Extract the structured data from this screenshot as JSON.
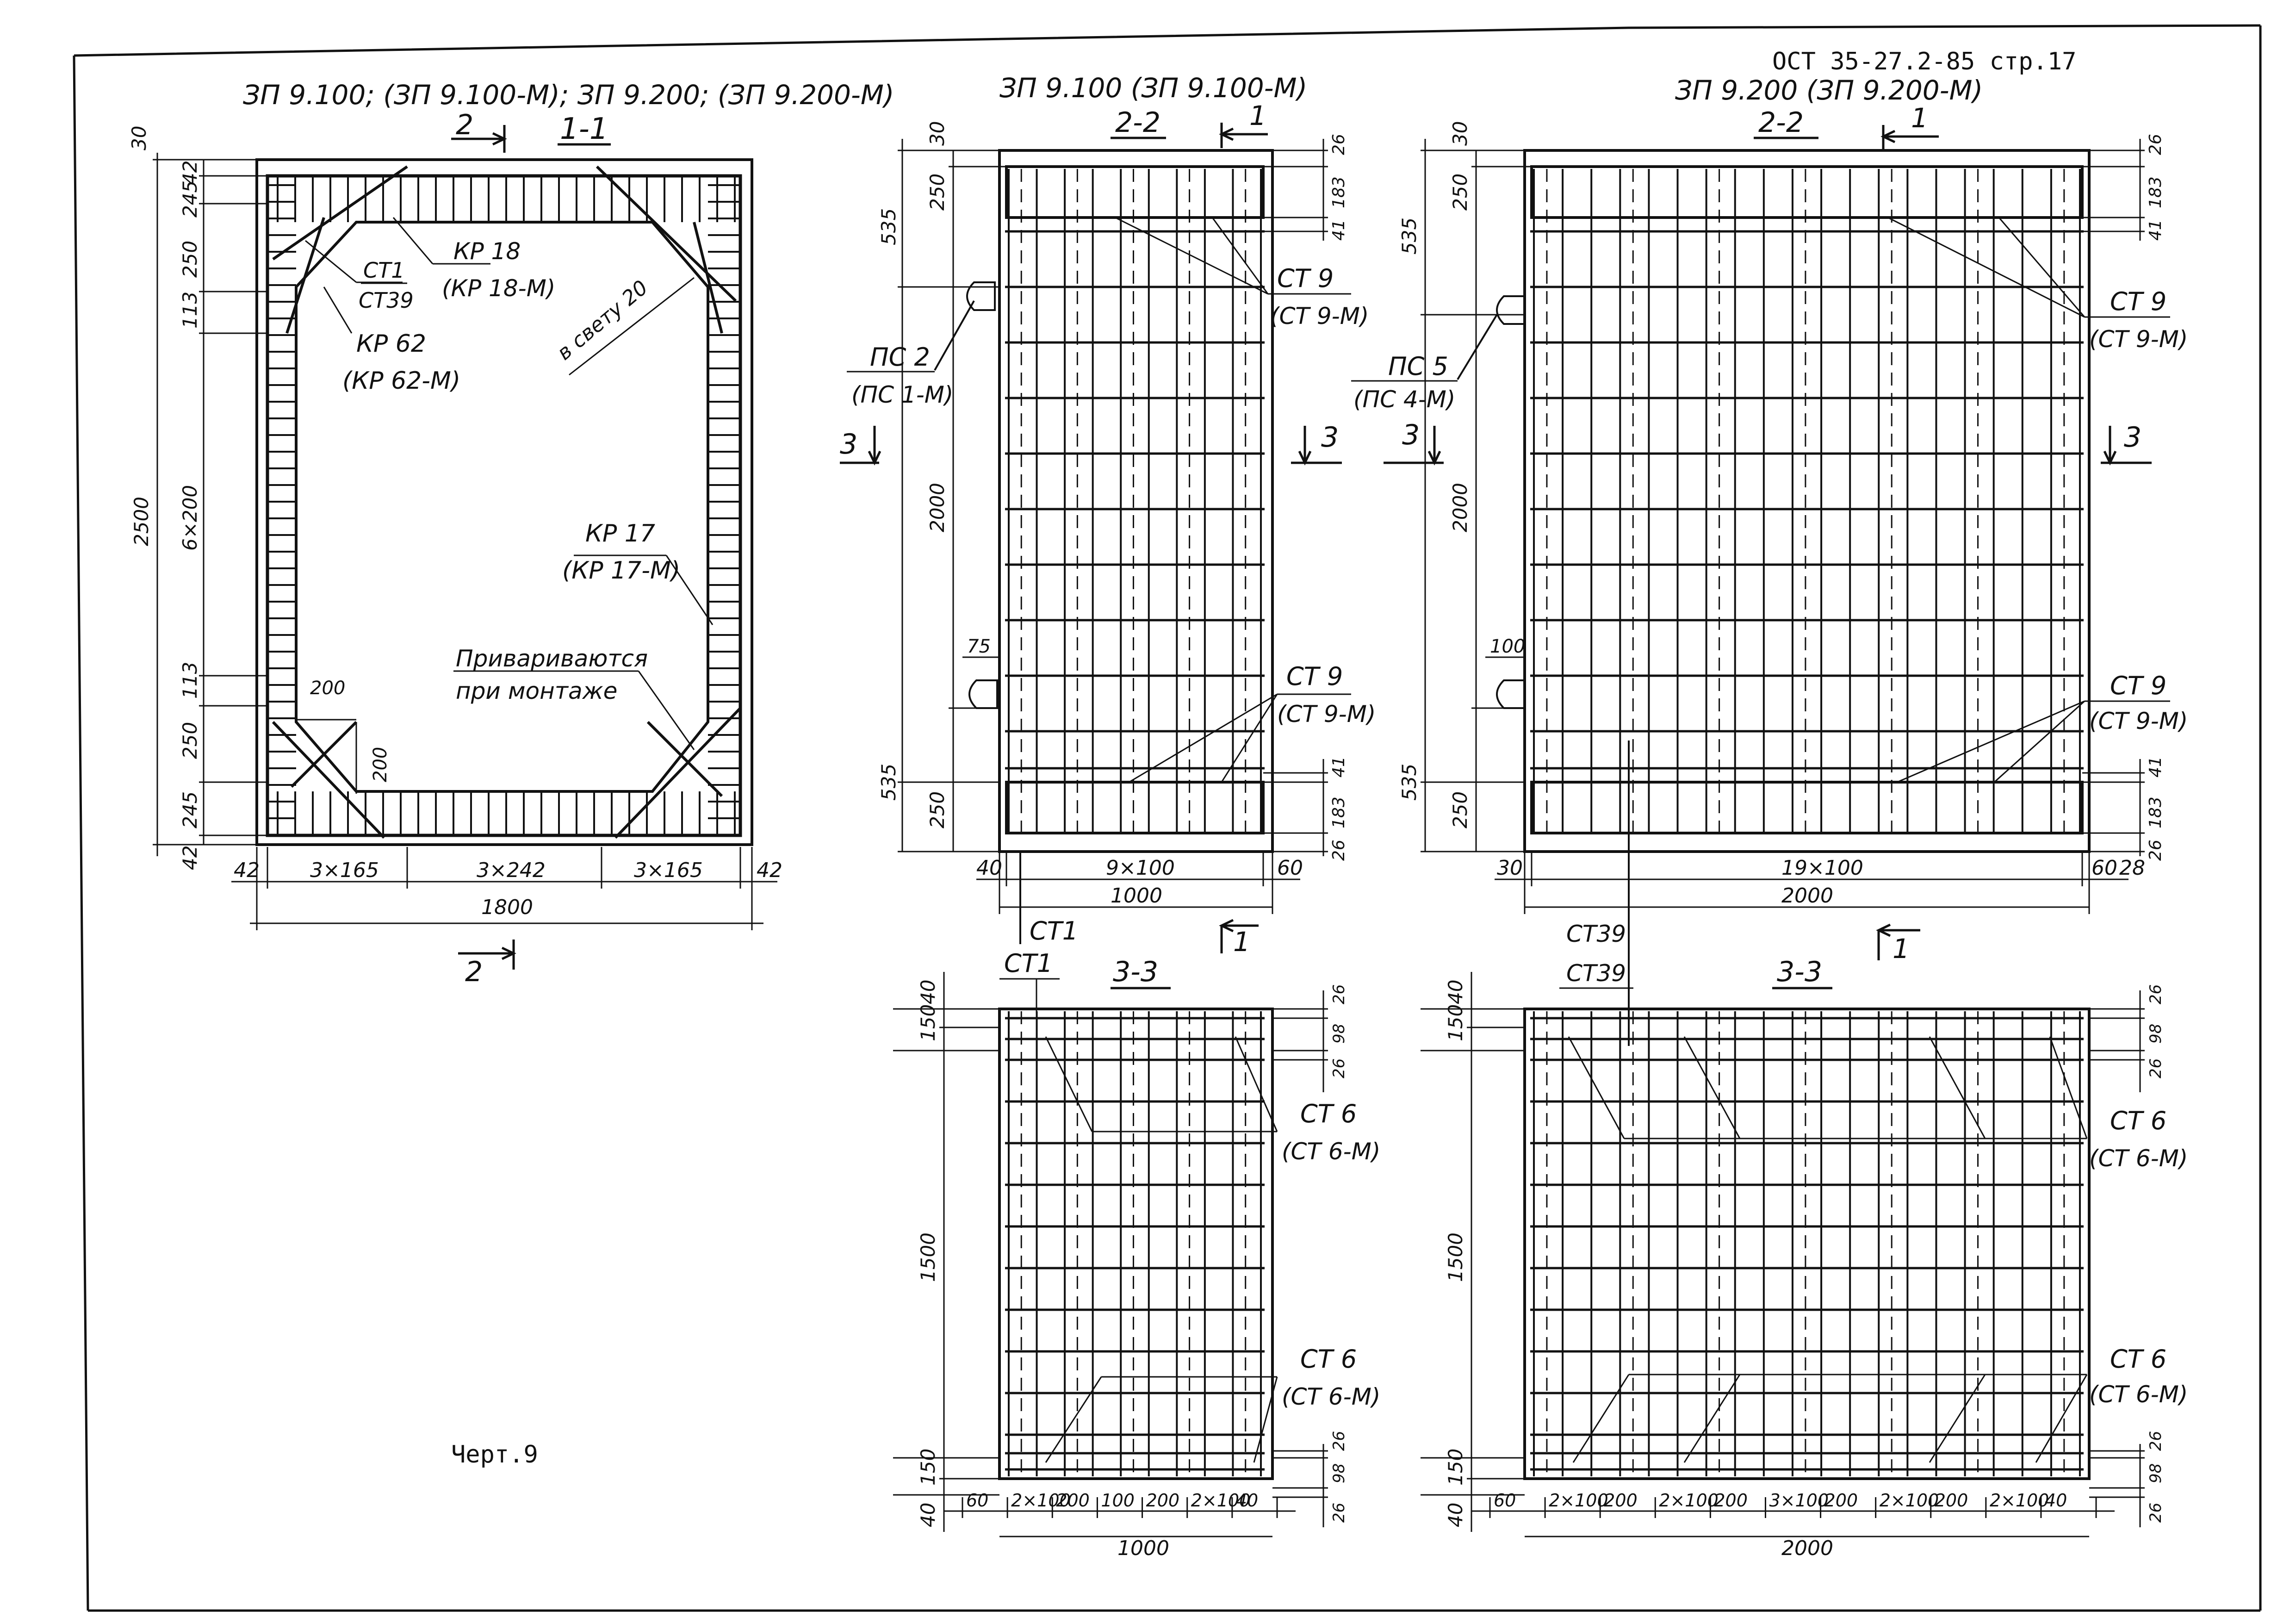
{
  "stamp": {
    "standard": "ОСТ 35-27.2-85 стр.17"
  },
  "drawing_number": "Черт.9",
  "view_1_1": {
    "header": "ЗП 9.100; (ЗП 9.100-М); ЗП 9.200; (ЗП 9.200-М)",
    "section_title": "1-1",
    "cut_mark": "2",
    "cut_mark_bottom": "2",
    "labels": {
      "ct1": "СТ1",
      "ct39": "СТ39",
      "kr18": "КР 18",
      "kr18m": "(КР 18-М)",
      "kr62": "КР 62",
      "kr62m": "(КР 62-М)",
      "kr17": "КР 17",
      "kr17m": "(КР 17-М)",
      "clear": "в свету 20",
      "weld1": "Привариваются",
      "weld2": "при монтаже"
    },
    "dims_left": {
      "d30": "30",
      "d245a": "245",
      "d42": "42",
      "d250a": "250",
      "d113a": "113",
      "d6x200": "6×200",
      "d113b": "113",
      "d250b": "250",
      "d245b": "245",
      "d42b": "42",
      "d2500": "2500"
    },
    "dims_bottom": {
      "l42": "42",
      "a": "3×165",
      "b": "3×242",
      "c": "3×165",
      "r42": "42",
      "total": "1800"
    },
    "dims_inner": {
      "h200": "200",
      "v200": "200"
    }
  },
  "view_2_2_small": {
    "header": "ЗП 9.100 (ЗП 9.100-М)",
    "section_title": "2-2",
    "cut_mark_top": "1",
    "cut_mark_bottom": "1",
    "ps": "ПС 2",
    "psm": "(ПС 1-М)",
    "ct9": "СТ 9",
    "ct9m": "(СТ 9-М)",
    "ct9b": "СТ 9",
    "ct9bm": "(СТ 9-М)",
    "ct1": "СТ1",
    "arrow_left": "3",
    "arrow_right": "3",
    "dims_left": {
      "d30": "30",
      "d535": "535",
      "d250": "250",
      "d2000": "2000",
      "d75": "75",
      "d535b": "535",
      "d250b": "250"
    },
    "dims_right": {
      "d26": "26",
      "d183": "183",
      "d41": "41",
      "d41b": "41",
      "d183b": "183",
      "d26b": "26"
    },
    "dims_bottom": {
      "l40": "40",
      "mid": "9×100",
      "r60": "60",
      "total": "1000"
    }
  },
  "view_2_2_large": {
    "header": "ЗП 9.200 (ЗП 9.200-М)",
    "section_title": "2-2",
    "cut_mark_top": "1",
    "cut_mark_bottom": "1",
    "ps": "ПС 5",
    "psm": "(ПС 4-М)",
    "ct9": "СТ 9",
    "ct9m": "(СТ 9-М)",
    "ct9b": "СТ 9",
    "ct9bm": "(СТ 9-М)",
    "ct39": "СТ39",
    "arrow_left": "3",
    "arrow_right": "3",
    "dims_left": {
      "d30": "30",
      "d535": "535",
      "d250": "250",
      "d2000": "2000",
      "d100": "100",
      "d535b": "535",
      "d250b": "250"
    },
    "dims_right": {
      "d26": "26",
      "d183": "183",
      "d41": "41",
      "d41b": "41",
      "d183b": "183",
      "d26b": "26"
    },
    "dims_bottom": {
      "l30": "30",
      "mid": "19×100",
      "r60": "60",
      "r28": "28",
      "total": "2000"
    }
  },
  "view_3_3_small": {
    "section_title": "3-3",
    "ct1": "СТ1",
    "ct6": "СТ 6",
    "ct6m": "(СТ 6-М)",
    "ct6b": "СТ 6",
    "ct6bm": "(СТ 6-М)",
    "dims_left": {
      "d40": "40",
      "d150": "150",
      "d1500": "1500",
      "d150b": "150",
      "d40b": "40"
    },
    "dims_right": {
      "d26": "26",
      "d98": "98",
      "d26b": "26",
      "d26c": "26",
      "d98b": "98",
      "d26d": "26"
    },
    "dims_bottom": [
      "60",
      "2×100",
      "200",
      "100",
      "200",
      "2×100",
      "40"
    ],
    "total": "1000"
  },
  "view_3_3_large": {
    "section_title": "3-3",
    "ct39": "СТ39",
    "ct6": "СТ 6",
    "ct6m": "(СТ 6-М)",
    "ct6b": "СТ 6",
    "ct6bm": "(СТ 6-М)",
    "dims_left": {
      "d40": "40",
      "d150": "150",
      "d1500": "1500",
      "d150b": "150",
      "d40b": "40"
    },
    "dims_right": {
      "d26": "26",
      "d98": "98",
      "d26b": "26",
      "d26c": "26",
      "d98b": "98",
      "d26d": "26"
    },
    "dims_bottom": [
      "60",
      "2×100",
      "200",
      "2×100",
      "200",
      "3×100",
      "200",
      "2×100",
      "200",
      "2×100",
      "40"
    ],
    "total": "2000"
  }
}
